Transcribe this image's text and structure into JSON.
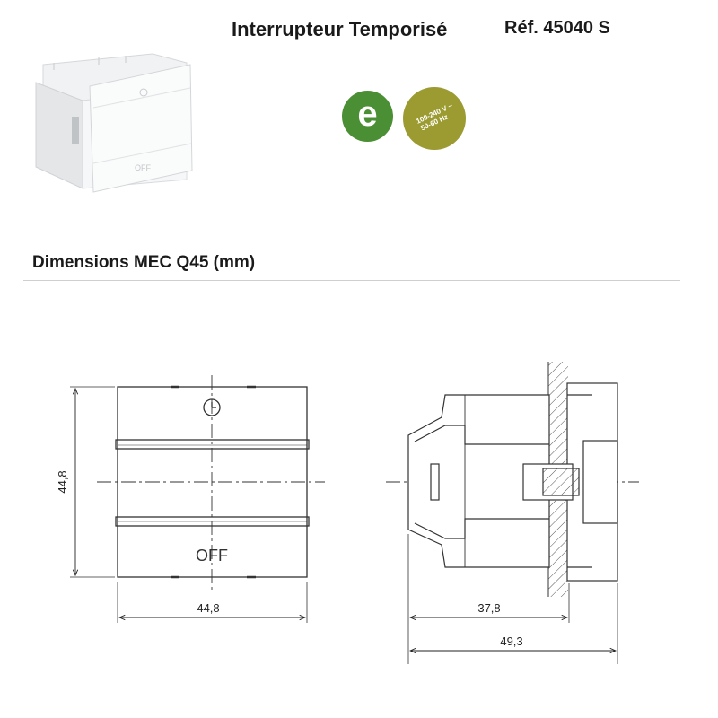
{
  "header": {
    "title": "Interrupteur Temporisé",
    "reference": "Réf. 45040 S"
  },
  "badges": {
    "eco_letter": "e",
    "voltage_line1": "100-240 V ~",
    "voltage_line2": "50-60 Hz"
  },
  "section": {
    "title": "Dimensions MEC Q45 (mm)"
  },
  "drawing": {
    "front_height": "44,8",
    "front_width": "44,8",
    "side_depth_inner": "37,8",
    "side_depth_total": "49,3",
    "off_label": "OFF"
  },
  "colors": {
    "eco_badge": "#4a8f34",
    "voltage_badge": "#9b9b32",
    "rule": "#cfcfcf"
  },
  "icons": {
    "product_photo": "switch-module-photo",
    "timer": "clock-icon"
  }
}
